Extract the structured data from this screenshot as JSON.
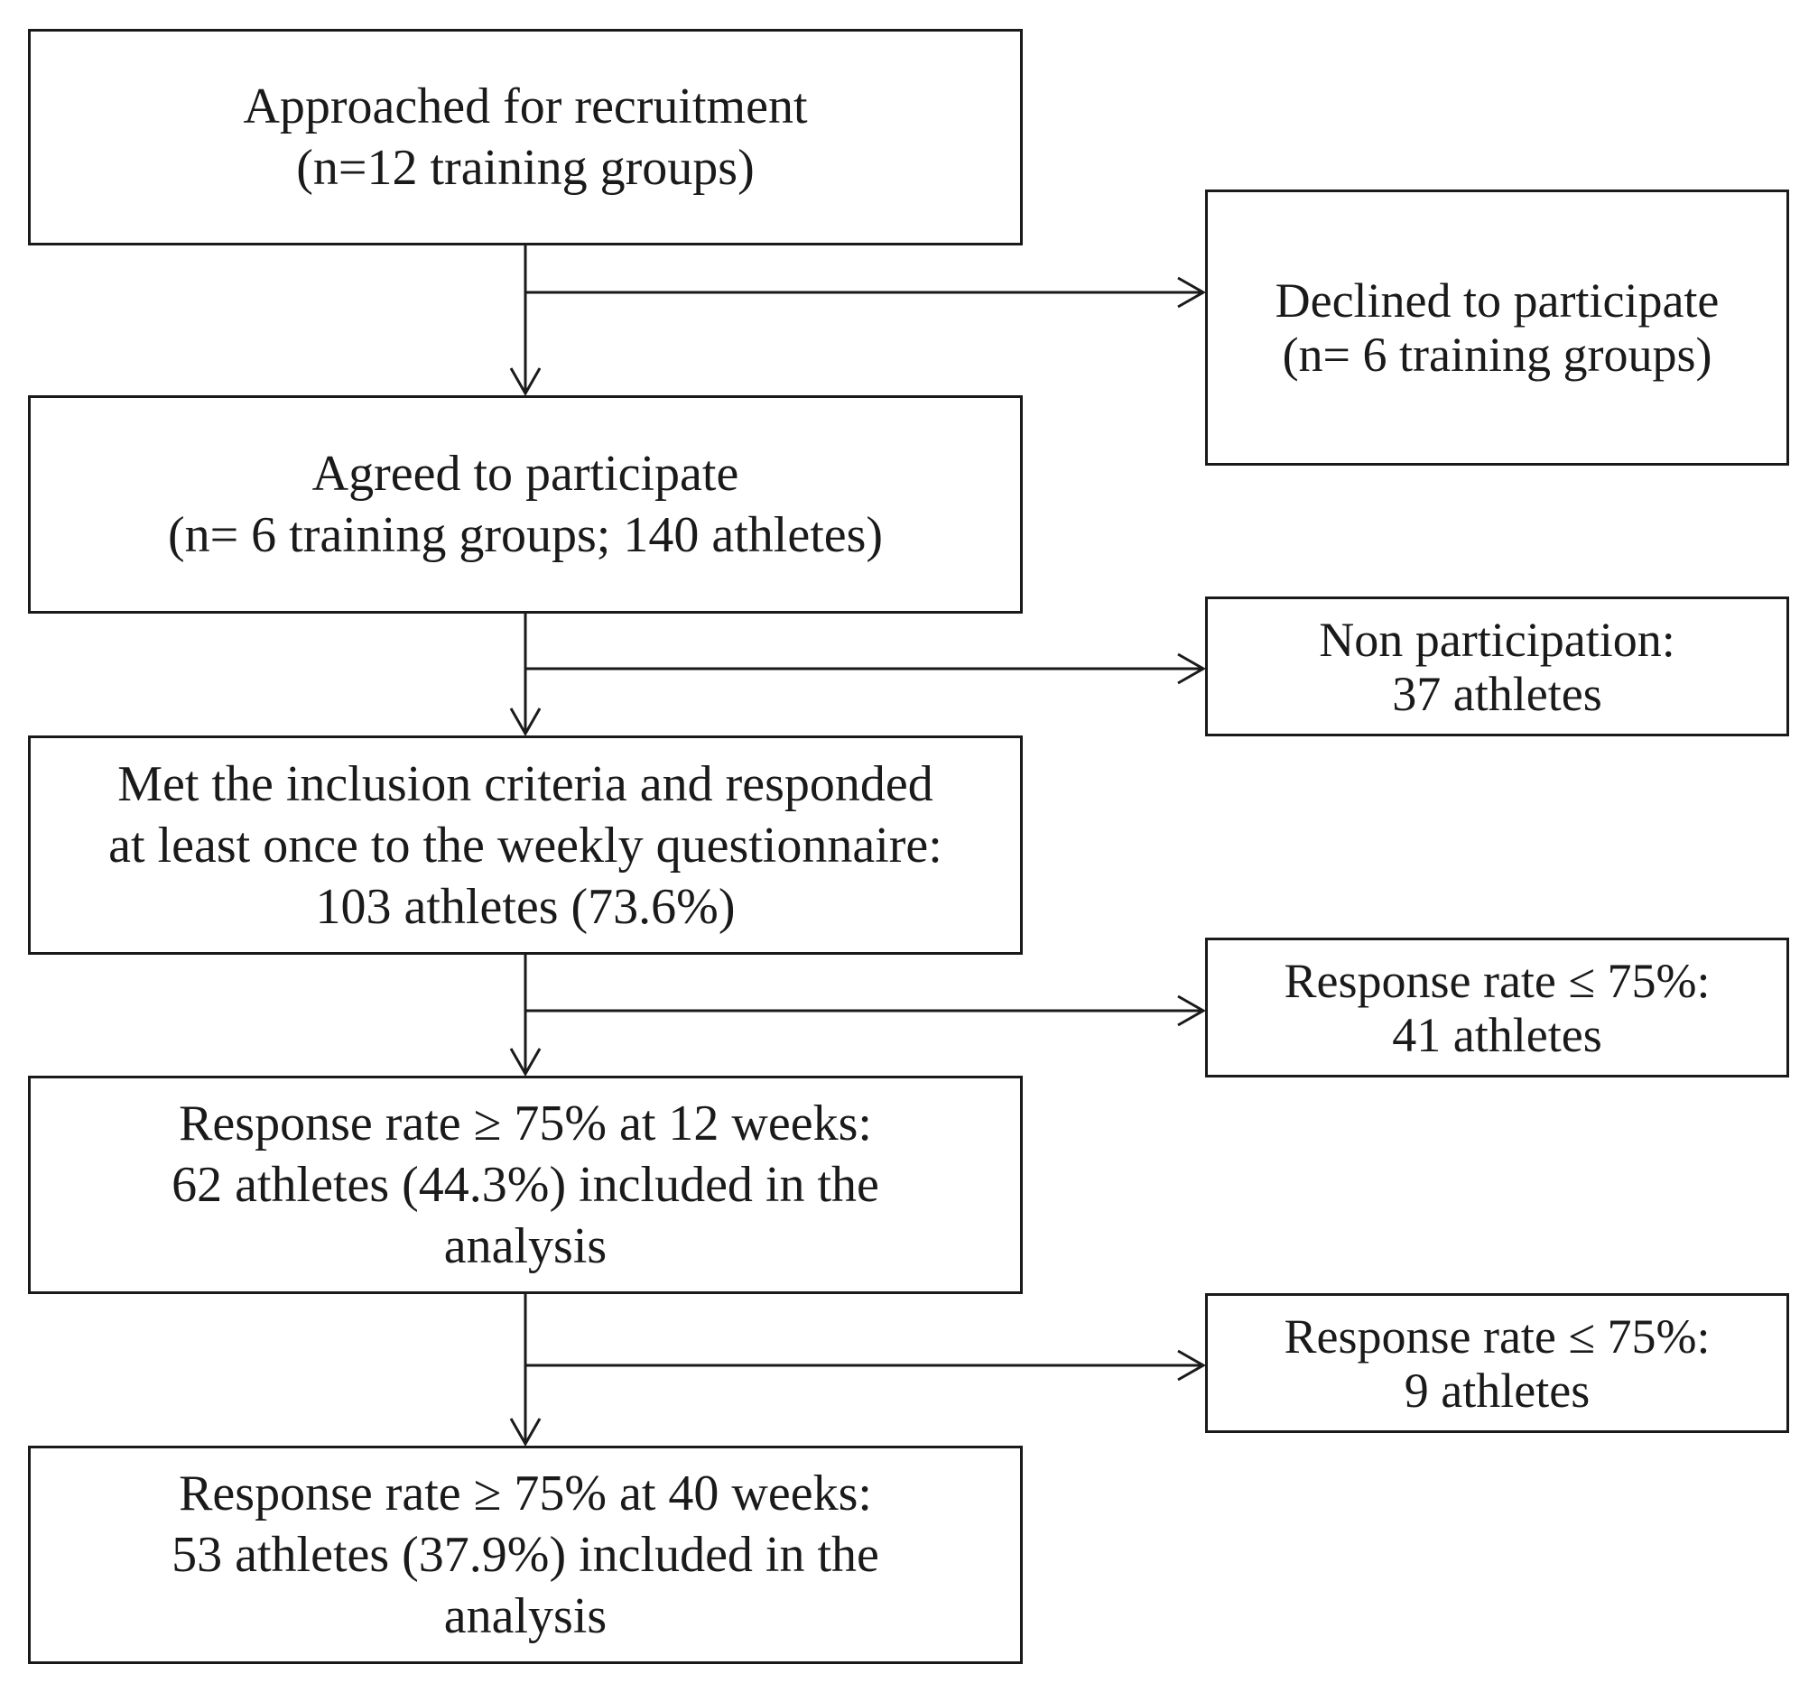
{
  "flowchart": {
    "main": [
      {
        "id": "approached",
        "lines": [
          "Approached for recruitment",
          "(n=12 training groups)"
        ]
      },
      {
        "id": "agreed",
        "lines": [
          "Agreed to participate",
          "(n= 6 training groups; 140 athletes)"
        ]
      },
      {
        "id": "met",
        "lines": [
          "Met the inclusion criteria and responded",
          "at least once to the weekly questionnaire:",
          "103 athletes (73.6%)"
        ]
      },
      {
        "id": "12weeks",
        "lines": [
          "Response rate ≥ 75% at 12 weeks:",
          "62 athletes (44.3%) included in the",
          "analysis"
        ]
      },
      {
        "id": "40weeks",
        "lines": [
          "Response rate ≥ 75% at 40 weeks:",
          "53 athletes (37.9%) included in the",
          "analysis"
        ]
      }
    ],
    "side": [
      {
        "id": "declined",
        "lines": [
          "Declined to participate",
          "(n= 6 training groups)"
        ]
      },
      {
        "id": "nonpart",
        "lines": [
          "Non participation:",
          "37 athletes"
        ]
      },
      {
        "id": "resp41",
        "lines": [
          "Response rate ≤ 75%:",
          "41 athletes"
        ]
      },
      {
        "id": "resp9",
        "lines": [
          "Response rate ≤ 75%:",
          "9 athletes"
        ]
      }
    ]
  }
}
